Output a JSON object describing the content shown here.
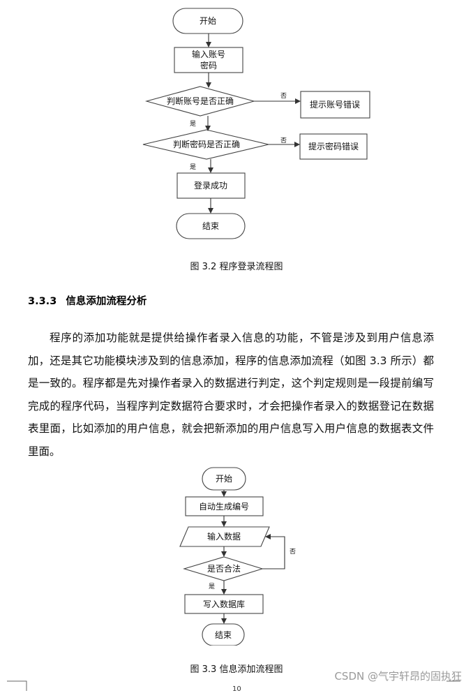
{
  "figure1": {
    "start": "开始",
    "input_line1": "输入账号",
    "input_line2": "密码",
    "check_account": "判断账号是否正确",
    "account_error": "提示账号错误",
    "check_password": "判断密码是否正确",
    "password_error": "提示密码错误",
    "login_success": "登录成功",
    "end": "结束",
    "no_label": "否",
    "yes_label": "是",
    "caption": "图 3.2  程序登录流程图"
  },
  "section": {
    "number": "3.3.3",
    "title": "信息添加流程分析",
    "paragraph": "程序的添加功能就是提供给操作者录入信息的功能，不管是涉及到用户信息添加，还是其它功能模块涉及到的信息添加，程序的信息添加流程（如图 3.3 所示）都是一致的。程序都是先对操作者录入的数据进行判定，这个判定规则是一段提前编写完成的程序代码，当程序判定数据符合要求时，才会把操作者录入的数据登记在数据表里面，比如添加的用户信息，就会把新添加的用户信息写入用户信息的数据表文件里面。"
  },
  "figure2": {
    "start": "开始",
    "auto_number": "自动生成编号",
    "input_data": "输入数据",
    "check_valid": "是否合法",
    "write_db": "写入数据库",
    "end": "结束",
    "no_label": "否",
    "yes_label": "是",
    "caption": "图 3.3  信息添加流程图"
  },
  "page": {
    "number": "10",
    "watermark": "CSDN @气宇轩昂的固执狂"
  }
}
